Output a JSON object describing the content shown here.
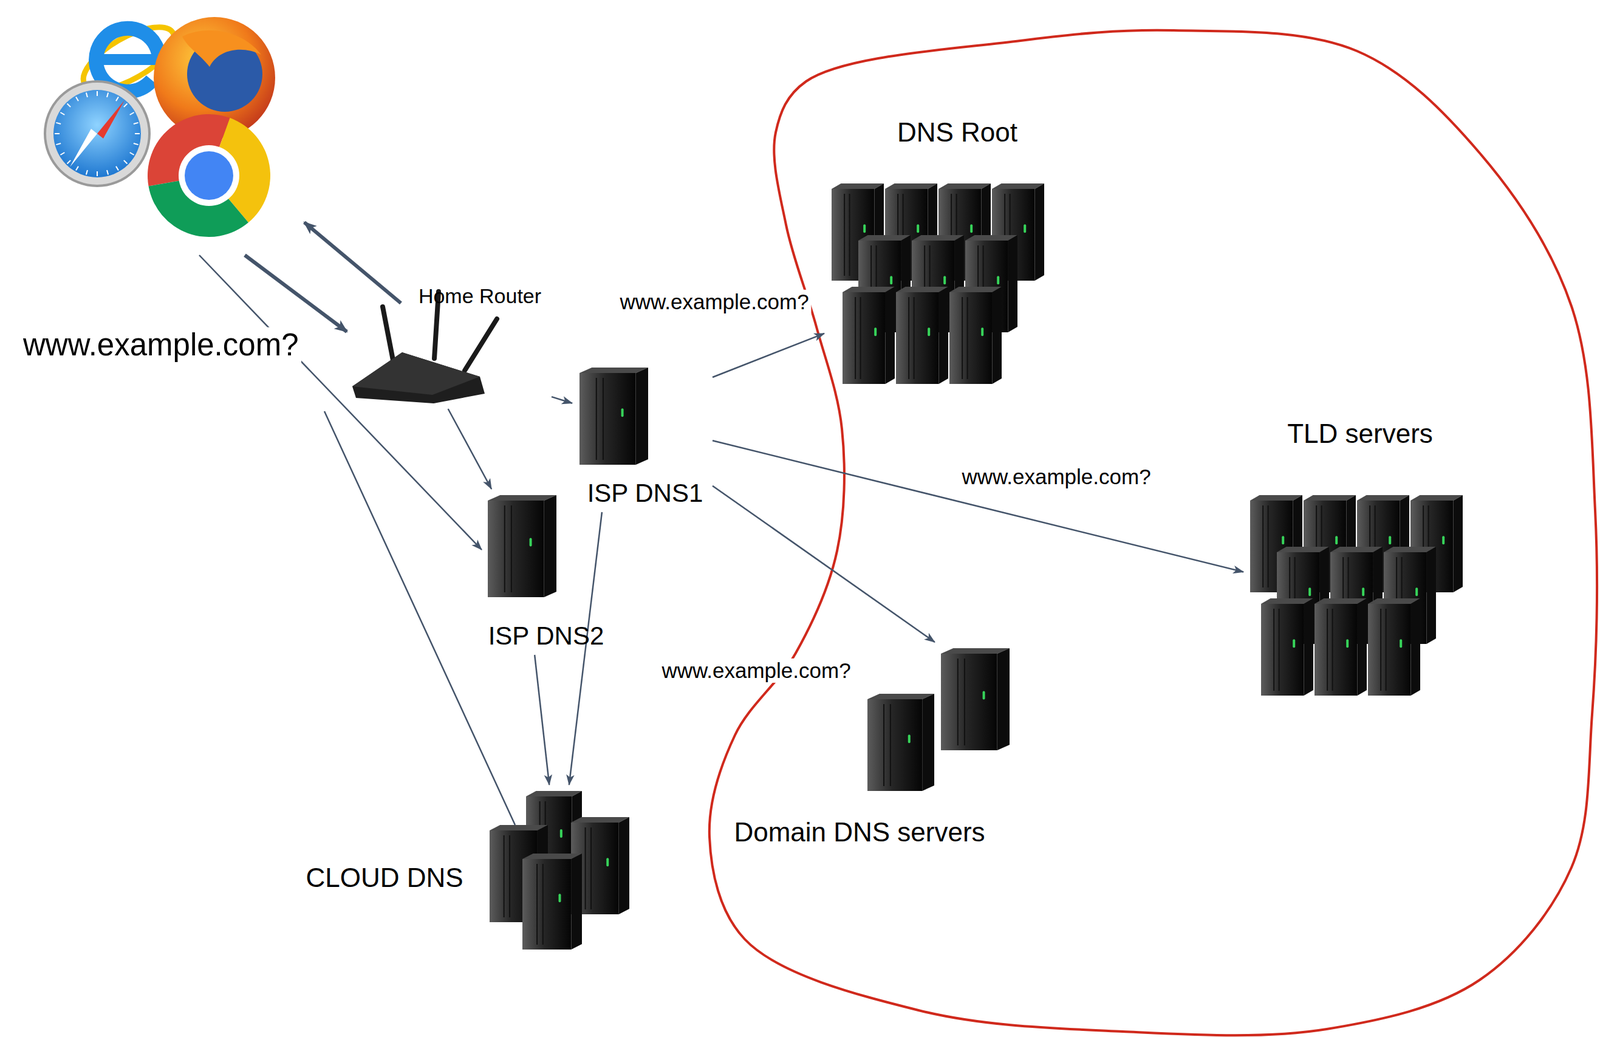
{
  "diagram": {
    "nodes": [
      {
        "text": [
          "Home Router"
        ]
      },
      {
        "text": [
          "DNS Root"
        ]
      },
      {
        "text": [
          "ISP DNS1"
        ]
      },
      {
        "text": [
          "TLD servers"
        ]
      },
      {
        "text": [
          "ISP DNS2"
        ]
      },
      {
        "text": [
          "Domain DNS servers"
        ]
      },
      {
        "text": [
          "CLOUD DNS"
        ]
      }
    ],
    "edges": [
      {
        "from": 0,
        "to": 2,
        "arrow": "to"
      },
      {
        "from": 0,
        "to": 4,
        "arrow": "to"
      },
      {
        "from": 2,
        "to": 1,
        "label": "www.example.com?",
        "arrow": "to"
      },
      {
        "from": 2,
        "to": 3,
        "label": "www.example.com?",
        "arrow": "to"
      },
      {
        "from": 2,
        "to": 5,
        "label": "www.example.com?",
        "arrow": "to"
      },
      {
        "from": 4,
        "to": 6,
        "arrow": "to"
      },
      {
        "from": 2,
        "to": 6,
        "arrow": "to"
      }
    ],
    "labels": [
      "www.example.com?"
    ]
  }
}
